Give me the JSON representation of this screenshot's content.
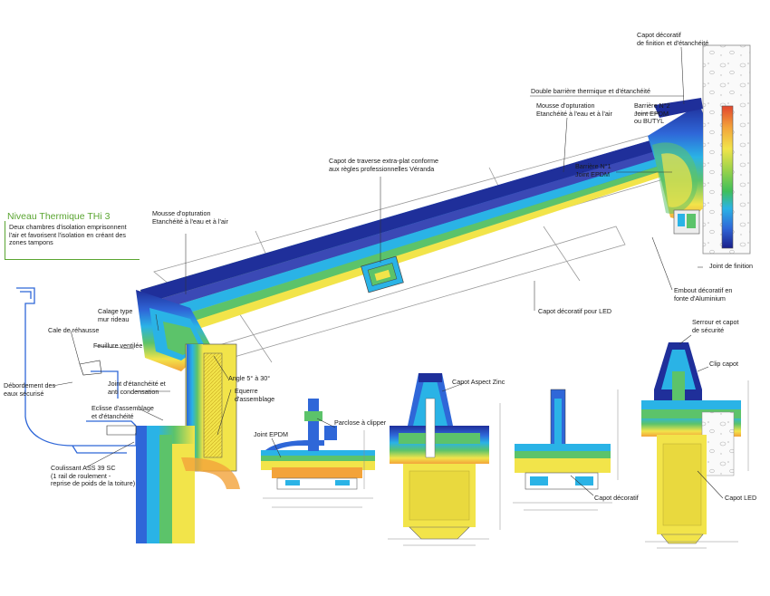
{
  "thermal_level": {
    "title": "Niveau Thermique THi 3",
    "description": "Deux chambres d'isolation emprisonnent l'air et favorisent l'isolation en créant des zones tampons"
  },
  "labels": {
    "capot_decoratif_finition": "Capot décoratif\nde finition et d'étanchéité",
    "double_barriere": "Double barrière thermique et d'étanchéité",
    "mousse_top": "Mousse d'opturation\nEtanchéité à l'eau et à l'air",
    "barriere_2": "Barrière N°2\nJoint EPDM\nou BUTYL",
    "barriere_1": "Barrière N°1\nJoint EPDM",
    "capot_traverse": "Capot de traverse extra-plat conforme\naux règles professionnelles Véranda",
    "mousse_left": "Mousse d'opturation\nEtanchéité à l'eau et à l'air",
    "joint_finition": "Joint de finition",
    "embout_decoratif": "Embout décoratif en\nfonte d'Aluminium",
    "capot_led_main": "Capot décoratif pour LED",
    "calage": "Calage type\nmur rideau",
    "cale_rehausse": "Cale de réhausse",
    "feuillure": "Feuillure ventilée",
    "debordement": "Débordement des\neaux sécurisé",
    "joint_etancheite": "Joint d'étanchéité et\nanti condensation",
    "eclisse": "Eclisse d'assemblage\net d'étanchéité",
    "angle": "Angle 5° à 30°",
    "equerre": "Equerre\nd'assemblage",
    "coulissant": "Coulissant ASS 39 SC\n(1 rail de roulement -\nreprise de poids de la toiture)",
    "joint_epdm": "Joint EPDM",
    "parclose": "Parclose à clipper",
    "capot_zinc": "Capot Aspect Zinc",
    "capot_decoratif": "Capot décoratif",
    "serrou": "Serrour et capot\nde sécurité",
    "clip_capot": "Clip capot",
    "capot_led": "Capot LED"
  },
  "colors": {
    "deep_blue": "#1f2f9a",
    "blue": "#2f67d8",
    "cyan": "#2ab3e6",
    "green": "#5cc36a",
    "yellow": "#f2e44a",
    "orange": "#f3a33a",
    "red": "#e2452d",
    "accent_green": "#5aa531"
  }
}
